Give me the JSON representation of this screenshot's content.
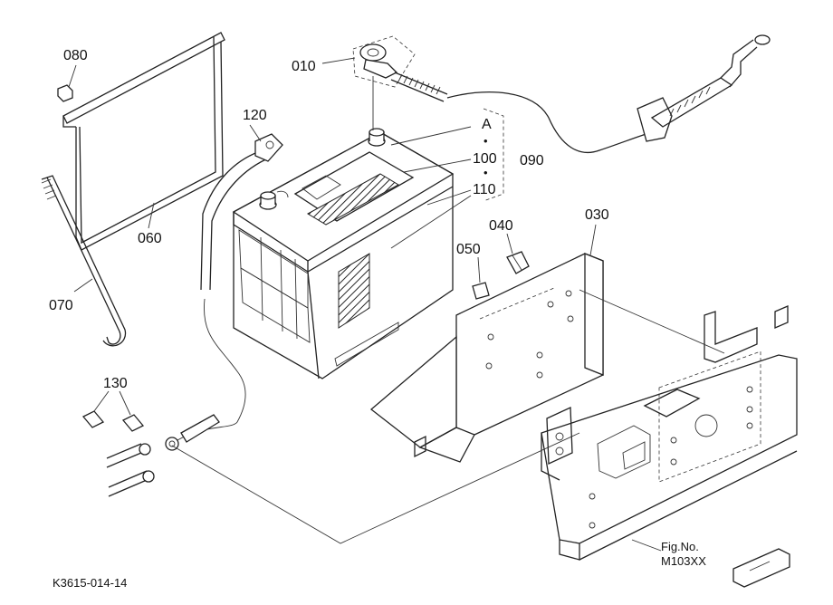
{
  "labels": {
    "p010": "010",
    "p030": "030",
    "p040": "040",
    "p050": "050",
    "p060": "060",
    "p070": "070",
    "p080": "080",
    "p090": "090",
    "p100": "100",
    "p110": "110",
    "p120": "120",
    "p130": "130",
    "ref_a": "A",
    "dot1": "•",
    "dot2": "•"
  },
  "fig": {
    "label": "Fig.No.",
    "number": "M103XX"
  },
  "doc_code": "K3615-014-14"
}
